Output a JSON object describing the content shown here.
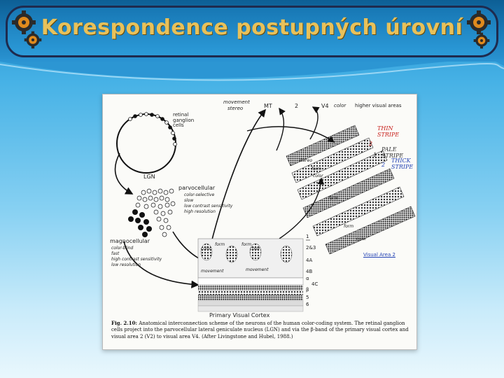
{
  "slide": {
    "title": "Korespondence postupných úrovní"
  },
  "figure": {
    "retina_label": "retinal\nganglion\ncells",
    "lgn_label": "LGN",
    "parvo": {
      "label": "parvocellular",
      "notes": [
        "color-selective",
        "slow",
        "low contrast sensitivity",
        "high resolution"
      ]
    },
    "magno": {
      "label": "magnocellular",
      "notes": [
        "color-blind",
        "fast",
        "high contrast sensitivity",
        "low resolution"
      ]
    },
    "top": {
      "movement": "movement",
      "stereo": "stereo",
      "mt": "MT",
      "num2": "2",
      "v4": "V4",
      "color": "color",
      "higher": "higher visual areas"
    },
    "stripes": [
      "stereo",
      "form",
      "color",
      "form",
      "form",
      "color"
    ],
    "visual_area_2": "Visual Area 2",
    "handwritten": {
      "thin": "THIN\nSTRIPE",
      "pale": "PALE\nSTRIPE",
      "thick": "THICK\nSTRIPE",
      "n1": "2",
      "n2": "1",
      "n3": "2"
    },
    "cortex": {
      "form": "form",
      "color": "color",
      "movement": "movement",
      "layers": [
        "1",
        "2&3",
        "4A",
        "4B",
        "α",
        "4C",
        "β",
        "5",
        "6"
      ],
      "label": "Primary Visual Cortex"
    },
    "caption": {
      "bold": "Fig. 2.10:",
      "text": "Anatomical interconnection scheme of the neurons of the human color-coding system. The retinal ganglion cells project into the parvocellular lateral geniculate nucleus (LGN) and via the β-band of the primary visual cortex and visual area 2 (V2) to visual area V4. (After Livingstone and Hubel, 1988.)"
    }
  },
  "colors": {
    "title": "#e8c15a",
    "annotation_red": "#c8201b",
    "annotation_blue": "#1f3fb3"
  }
}
